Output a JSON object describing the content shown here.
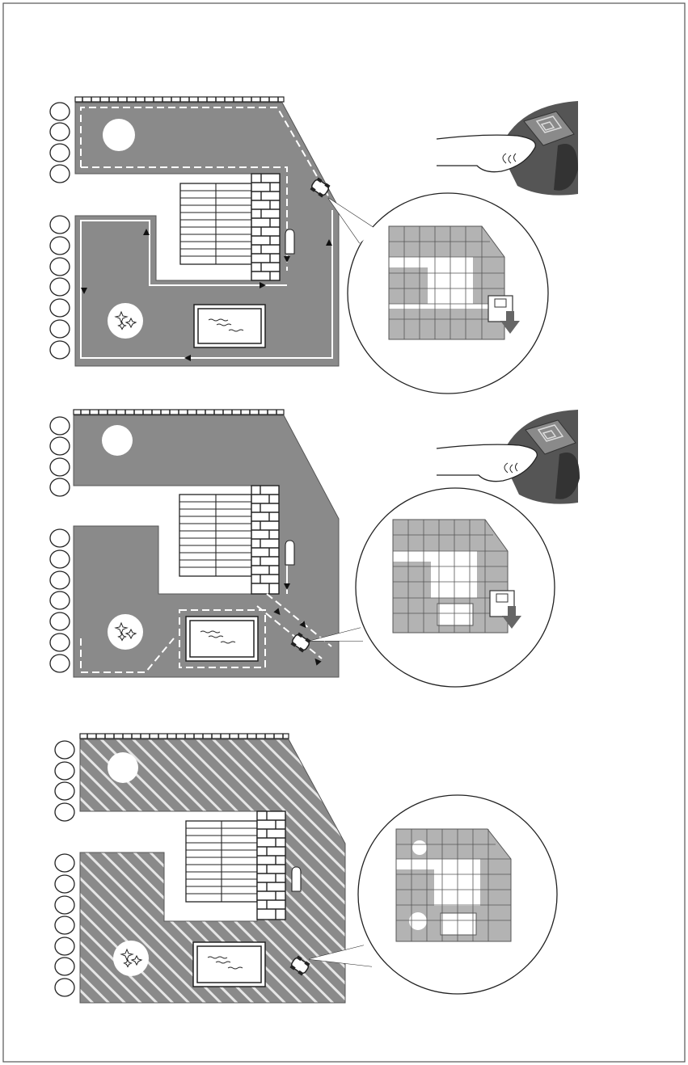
{
  "figure": {
    "panels": [
      {
        "name": "panel-1",
        "step": "virtual-perimeter-drive",
        "icons": [
          "hedge-icon",
          "fence-icon",
          "tree-icon",
          "flowerbed-icon",
          "house-icon",
          "terrace-icon",
          "pond-icon",
          "shed-icon",
          "robot-mower-icon",
          "hand-press-icon",
          "save-map-icon"
        ]
      },
      {
        "name": "panel-2",
        "step": "virtual-obstacle-and-passage",
        "icons": [
          "hedge-icon",
          "fence-icon",
          "tree-icon",
          "flowerbed-icon",
          "house-icon",
          "terrace-icon",
          "pond-icon",
          "shed-icon",
          "robot-mower-icon",
          "hand-press-icon",
          "save-map-icon"
        ]
      },
      {
        "name": "panel-3",
        "step": "mowing-map-coverage",
        "icons": [
          "hedge-icon",
          "fence-icon",
          "tree-icon",
          "flowerbed-icon",
          "house-icon",
          "terrace-icon",
          "pond-icon",
          "shed-icon",
          "robot-mower-icon"
        ]
      }
    ],
    "colors": {
      "lawn": "#8a8a8a",
      "map_grid": "#b3b3b3",
      "map_cell": "#ffffff",
      "line": "#1a1a1a",
      "frame": "#555555"
    }
  }
}
